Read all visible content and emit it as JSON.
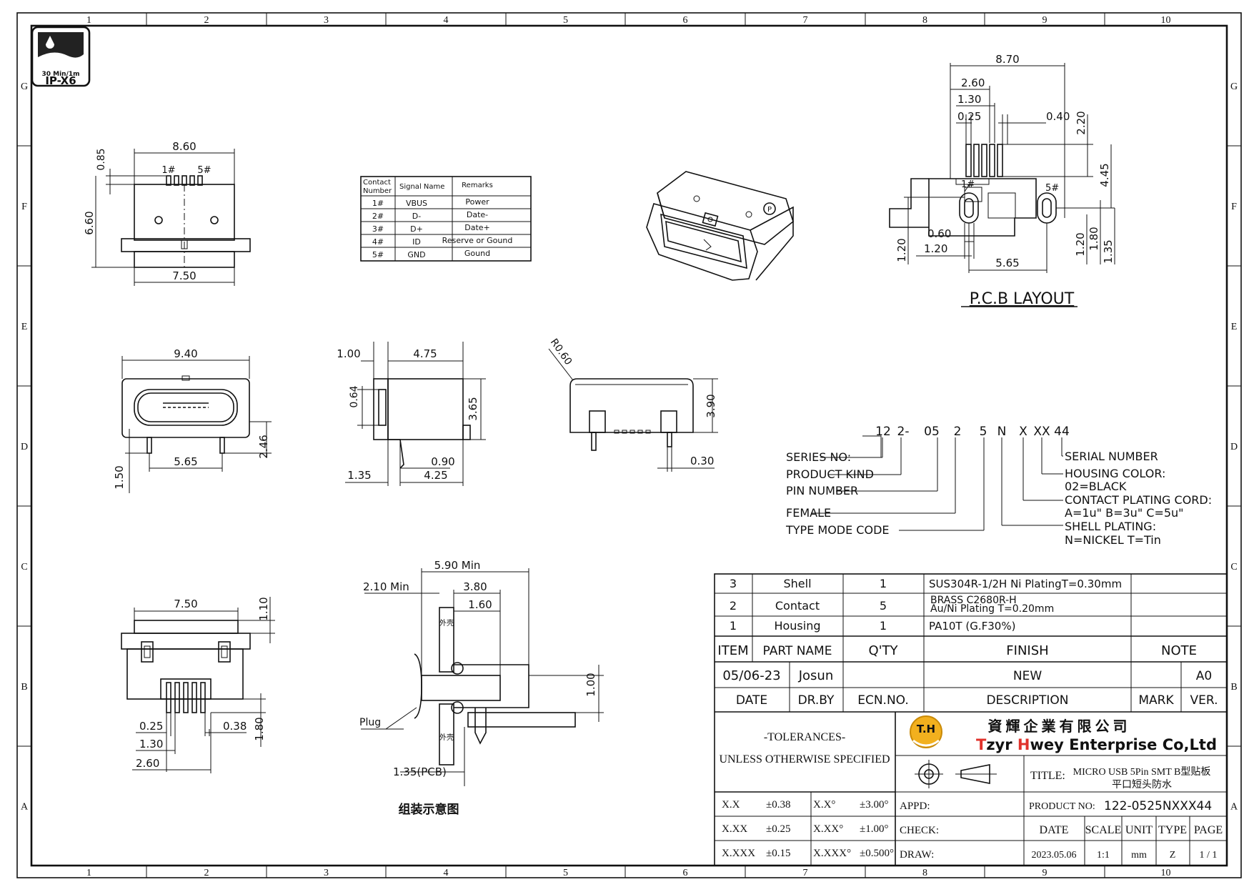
{
  "frame": {
    "cols": [
      "1",
      "2",
      "3",
      "4",
      "5",
      "6",
      "7",
      "8",
      "9",
      "10"
    ],
    "rows": [
      "G",
      "F",
      "E",
      "D",
      "C",
      "B",
      "A"
    ]
  },
  "badge": {
    "line1": "30 Min/1m",
    "line2": "IP-X6"
  },
  "front_view": {
    "width": "8.60",
    "pin_pitch_h": "0.85",
    "height": "6.60",
    "base": "7.50",
    "pin1": "1#",
    "pin5": "5#"
  },
  "pin_table": {
    "headers": [
      "Contact Number",
      "Signal Name",
      "Remarks"
    ],
    "rows": [
      [
        "1#",
        "VBUS",
        "Power"
      ],
      [
        "2#",
        "D-",
        "Date-"
      ],
      [
        "3#",
        "D+",
        "Date+"
      ],
      [
        "4#",
        "ID",
        "Reserve or Gound"
      ],
      [
        "5#",
        "GND",
        "Gound"
      ]
    ]
  },
  "pcb": {
    "title": "P.C.B LAYOUT",
    "d_8_70": "8.70",
    "d_2_60": "2.60",
    "d_1_30": "1.30",
    "d_0_25": "0.25",
    "d_0_40": "0.40",
    "d_2_20": "2.20",
    "d_4_45": "4.45",
    "d_0_60": "0.60",
    "d_1_20a": "1.20",
    "d_1_20b": "1.20",
    "d_5_65": "5.65",
    "d_1_20c": "1.20",
    "d_1_80": "1.80",
    "d_1_35": "1.35",
    "pin1": "1#",
    "pin5": "5#"
  },
  "side_a": {
    "width": "9.40",
    "pitch": "5.65",
    "h": "2.46",
    "leg": "1.50"
  },
  "side_b": {
    "d1": "1.00",
    "d2": "4.75",
    "d3": "0.64",
    "d4": "3.65",
    "d5": "0.90",
    "d6": "1.35",
    "d7": "4.25"
  },
  "side_c": {
    "r": "R0.60",
    "h": "3.90",
    "t": "0.30"
  },
  "part_code": {
    "tokens": [
      "12",
      "2-",
      "05",
      "2",
      "5",
      "N",
      "X",
      "XX",
      "44"
    ],
    "left_labels": [
      "SERIES NO:",
      "PRODUCT KIND",
      "PIN NUMBER",
      "FEMALE",
      "TYPE MODE CODE"
    ],
    "right_labels": [
      "SERIAL NUMBER",
      "HOUSING COLOR:",
      "02=BLACK",
      "CONTACT PLATING CORD:",
      "A=1u\"   B=3u\"   C=5u\"",
      "SHELL PLATING:",
      "N=NICKEL T=Tin"
    ]
  },
  "bottom_view": {
    "width": "7.50",
    "h1": "1.10",
    "d_0_25": "0.25",
    "d_0_38": "0.38",
    "d_1_30": "1.30",
    "d_2_60": "2.60",
    "d_1_80": "1.80"
  },
  "assembly": {
    "d_5_90": "5.90 Min",
    "d_2_10": "2.10 Min",
    "d_3_80": "3.80",
    "d_1_60": "1.60",
    "d_1_00": "1.00",
    "plug": "Plug",
    "pcb": "1.35(PCB)",
    "caption": "组装示意图",
    "case_upper": "外壳",
    "case_lower": "外壳"
  },
  "bom": {
    "rows": [
      {
        "item": "3",
        "part": "Shell",
        "qty": "1",
        "finish": "SUS304R-1/2H   Ni   PlatingT=0.30mm"
      },
      {
        "item": "2",
        "part": "Contact",
        "qty": "5",
        "finish": "BRASS  C2680R-H",
        "finish2": "Au/Ni   Plating   T=0.20mm"
      },
      {
        "item": "1",
        "part": "Housing",
        "qty": "1",
        "finish": "PA10T  (G.F30%)"
      }
    ],
    "header": {
      "item": "ITEM",
      "part": "PART  NAME",
      "qty": "Q'TY",
      "finish": "FINISH",
      "note": "NOTE"
    }
  },
  "revision": {
    "date": "05/06-23",
    "drby": "Josun",
    "desc": "NEW",
    "ver": "A0",
    "labels": {
      "date": "DATE",
      "drby": "DR.BY",
      "ecn": "ECN.NO.",
      "desc": "DESCRIPTION",
      "mark": "MARK",
      "ver": "VER."
    }
  },
  "company": {
    "cn": "資 輝 企 業 有 限 公 司",
    "en_a": "T",
    "en_b": "zyr ",
    "en_c": "H",
    "en_d": "wey Enterprise Co,Ltd",
    "logo": "T.H"
  },
  "tolerances": {
    "title": "-TOLERANCES-",
    "subtitle": "UNLESS OTHERWISE SPECIFIED",
    "rows": [
      [
        "X.X",
        "±0.38",
        "X.X°",
        "±3.00°"
      ],
      [
        "X.XX",
        "±0.25",
        "X.XX°",
        "±1.00°"
      ],
      [
        "X.XXX",
        "±0.15",
        "X.XXX°",
        "±0.500°"
      ]
    ]
  },
  "title_block": {
    "title_label": "TITLE:",
    "title1": "MICRO USB 5Pin  SMT B型贴板",
    "title2": "平口短头防水",
    "product_label": "PRODUCT NO:",
    "product_no": "122-0525NXXX44",
    "appd": "APPD:",
    "check": "CHECK:",
    "draw": "DRAW:",
    "heads": [
      "DATE",
      "SCALE",
      "UNIT",
      "TYPE",
      "PAGE"
    ],
    "vals": [
      "2023.05.06",
      "1:1",
      "mm",
      "Z",
      "1 / 1"
    ]
  }
}
